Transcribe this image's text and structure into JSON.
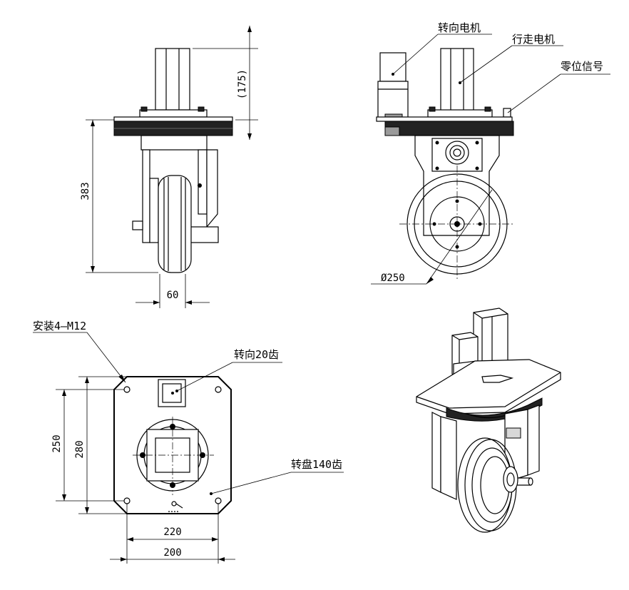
{
  "labels": {
    "steering_motor": "转向电机",
    "drive_motor": "行走电机",
    "zero_signal": "零位信号",
    "mount_holes": "安装4—M12",
    "steering_gear": "转向20齿",
    "turntable_gear": "转盘140齿"
  },
  "dimensions": {
    "motor_height": "(175)",
    "total_height": "383",
    "wheel_width": "60",
    "wheel_diameter": "Ø250",
    "hole_spacing_vertical": "250",
    "plate_height": "280",
    "hole_spacing_horizontal": "220",
    "plate_width": "200"
  }
}
